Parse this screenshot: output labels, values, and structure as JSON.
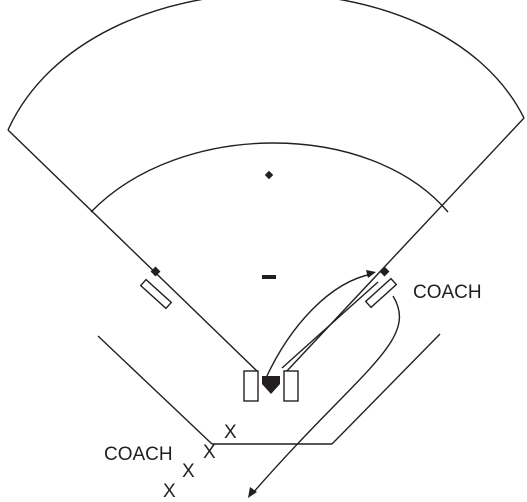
{
  "labels": {
    "coach_right": "COACH",
    "coach_left": "COACH"
  },
  "markers": {
    "x_symbol": "X"
  },
  "colors": {
    "ink": "#231f20",
    "background": "#ffffff"
  }
}
